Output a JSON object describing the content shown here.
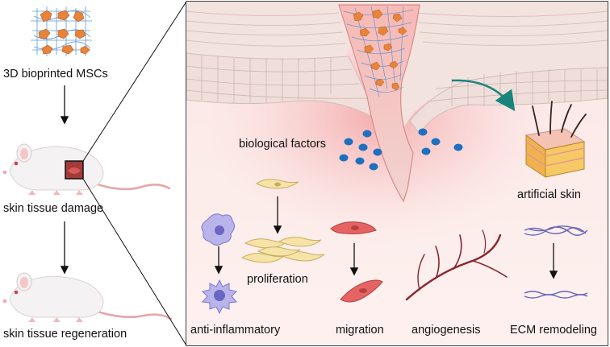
{
  "left_panel": {
    "step1_label": "3D bioprinted  MSCs",
    "step2_label": "skin tissue damage",
    "step3_label": "skin tissue regeneration"
  },
  "detail_panel": {
    "factors_label": "biological factors",
    "artificial_skin_label": "artificial skin",
    "effects": {
      "anti_inflammatory": "anti-inflammatory",
      "proliferation": "proliferation",
      "migration": "migration",
      "angiogenesis": "angiogenesis",
      "ecm_remodeling": "ECM remodeling"
    }
  },
  "colors": {
    "skin_pink": "#f3dede",
    "wound_red": "#f05a5a",
    "cell_orange": "#e8833a",
    "scaffold_blue": "#4f8fcf",
    "factor_blue": "#1e6fbf",
    "teal_arrow": "#18857d",
    "fibroblast_yellow": "#f6e3a8",
    "macrophage_purple": "#8c87d6",
    "migration_red": "#e56363",
    "vessel_red": "#8a2430",
    "ecm_purple": "#6a66b8"
  }
}
